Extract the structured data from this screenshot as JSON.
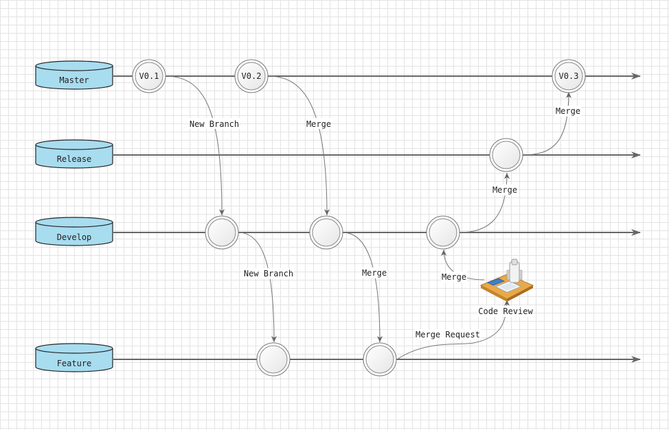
{
  "branches": [
    {
      "id": "master",
      "label": "Master"
    },
    {
      "id": "release",
      "label": "Release"
    },
    {
      "id": "develop",
      "label": "Develop"
    },
    {
      "id": "feature",
      "label": "Feature"
    }
  ],
  "commits": [
    {
      "id": "m1",
      "branch": "master",
      "label": "V0.1"
    },
    {
      "id": "m2",
      "branch": "master",
      "label": "V0.2"
    },
    {
      "id": "m3",
      "branch": "master",
      "label": "V0.3"
    },
    {
      "id": "r1",
      "branch": "release",
      "label": ""
    },
    {
      "id": "d1",
      "branch": "develop",
      "label": ""
    },
    {
      "id": "d2",
      "branch": "develop",
      "label": ""
    },
    {
      "id": "d3",
      "branch": "develop",
      "label": ""
    },
    {
      "id": "f1",
      "branch": "feature",
      "label": ""
    },
    {
      "id": "f2",
      "branch": "feature",
      "label": ""
    }
  ],
  "edges": [
    {
      "id": "m1-d1",
      "label": "New Branch"
    },
    {
      "id": "m2-d2",
      "label": "Merge"
    },
    {
      "id": "r1-m3",
      "label": "Merge"
    },
    {
      "id": "d3-r1",
      "label": "Merge"
    },
    {
      "id": "d1-f1",
      "label": "New Branch"
    },
    {
      "id": "d2-f2",
      "label": "Merge"
    },
    {
      "id": "cr-d3",
      "label": "Merge"
    },
    {
      "id": "f2-cr",
      "label": "Merge Request"
    }
  ],
  "code_review": {
    "label": "Code Review",
    "icon": "code-review-icon"
  },
  "colors": {
    "branch_fill": "#a8dcef",
    "branch_stroke": "#222222",
    "line": "#666666",
    "commit_fill": "#f4f4f4"
  }
}
